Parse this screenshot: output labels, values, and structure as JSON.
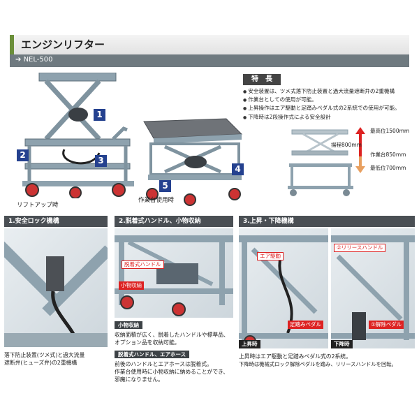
{
  "header": {
    "title": "エンジンリフター",
    "model": "NEL-500"
  },
  "features": {
    "heading": "特　長",
    "items": [
      "安全装置は、ツメ式落下防止装置と過大流量遮断弁の2重機構",
      "作業台としての使用が可能。",
      "上昇操作はエア駆動と足踏みペダル式の2系統での使用が可能。",
      "下降時は2段操作式による安全設計"
    ]
  },
  "heights": {
    "max": "最高位1500mm",
    "stroke": "揚程800mm",
    "workbench": "作業台850mm",
    "min": "最低位700mm"
  },
  "photos": {
    "liftup_caption": "リフトアップ時",
    "workbench_caption": "作業台使用時",
    "badges": [
      "1",
      "2",
      "3",
      "4",
      "5"
    ]
  },
  "sections": {
    "s1": {
      "heading": "1.安全ロック機構",
      "text": [
        "落下防止装置(ツメ式)と過大流量",
        "遮断弁(ヒューズ弁)の2重機構"
      ]
    },
    "s2": {
      "heading": "2.脱着式ハンドル、小物収納",
      "tag_handle": "脱着式ハンドル",
      "tag_storage": "小物収納",
      "sub1": "小物収納",
      "sub1_text": [
        "収納面積が広く、脱着したハンドルや標準品、",
        "オプション品を収納可能。"
      ],
      "sub2": "脱着式ハンドル、エアホース",
      "sub2_text": [
        "前後のハンドルとエアホースは脱着式。",
        "作業台使用時に小物収納に納めることができ、",
        "邪魔になりません。"
      ]
    },
    "s3": {
      "heading": "3.上昇・下降機構",
      "tag_air": "エア駆動",
      "tag_release": "②リリースハンドル",
      "tag_pedal": "足踏みペダル",
      "tag_unlock": "①解除ペダル",
      "label_up": "上昇時",
      "label_down": "下降時",
      "text": [
        "上昇時はエア駆動と足踏みペダル式の2系統。",
        "下降時は機械式ロック解除ペダルを踏み、リリースハンドルを回転。"
      ]
    }
  },
  "colors": {
    "accent_green": "#6b8f3a",
    "badge_blue": "#24418f",
    "tag_red": "#dd2222",
    "machine_gray": "#8ea2ae"
  }
}
